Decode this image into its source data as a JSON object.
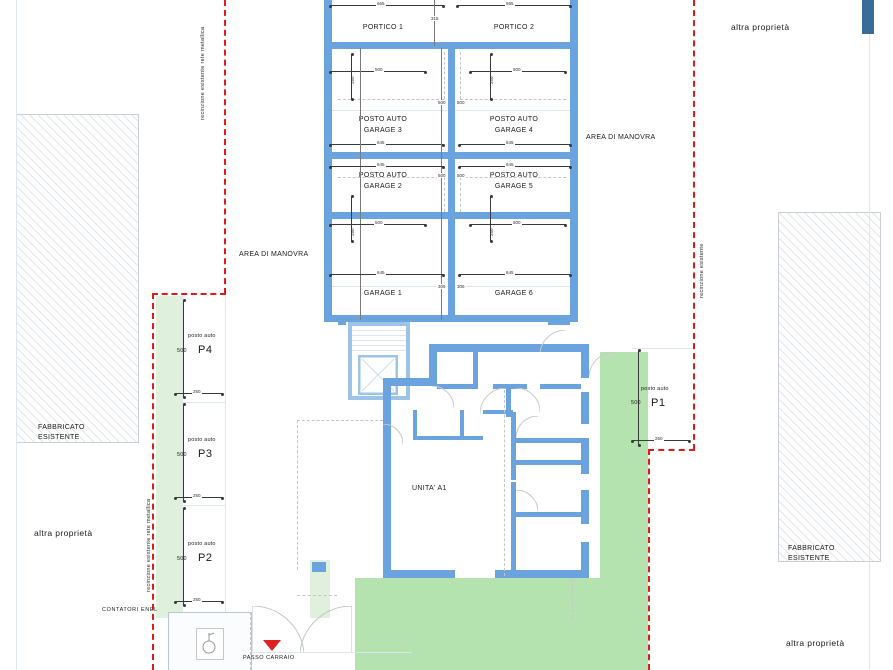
{
  "drawing": {
    "type": "site-plan",
    "units": "cm"
  },
  "labels": {
    "portico_1": "PORTICO 1",
    "portico_2": "PORTICO 2",
    "posto_auto_garage_3": "POSTO AUTO\nGARAGE 3",
    "posto_auto_garage_3_l1": "POSTO AUTO",
    "posto_auto_garage_3_l2": "GARAGE 3",
    "posto_auto_garage_4_l1": "POSTO AUTO",
    "posto_auto_garage_4_l2": "GARAGE 4",
    "posto_auto_garage_2_l1": "POSTO AUTO",
    "posto_auto_garage_2_l2": "GARAGE 2",
    "posto_auto_garage_5_l1": "POSTO AUTO",
    "posto_auto_garage_5_l2": "GARAGE 5",
    "garage_1": "GARAGE 1",
    "garage_6": "GARAGE 6",
    "area_di_manovra_right": "AREA DI MANOVRA",
    "area_di_manovra_left": "AREA DI MANOVRA",
    "unita_a1": "UNITA' A1",
    "fabbricato_esistente_left_l1": "FABBRICATO",
    "fabbricato_esistente_left_l2": "ESISTENTE",
    "fabbricato_esistente_right_l1": "FABBRICATO",
    "fabbricato_esistente_right_l2": "ESISTENTE",
    "altra_proprieta_topright": "altra proprietà",
    "altra_proprieta_left": "altra proprietà",
    "altra_proprieta_bottomright": "altra proprietà",
    "contatori_enel": "CONTATORI ENEL",
    "passo_carraio": "PASSO CARRAIO",
    "recinzione_rete_metallica_top": "recinzione esistente rete metallica",
    "recinzione_rete_metallica_bottom": "recinzione esistente rete metallica",
    "recinzione_esistente_right": "recinzione esistente"
  },
  "parking": {
    "p1": {
      "name": "posto auto",
      "code": "P1",
      "depth": "500",
      "width": "250"
    },
    "p2": {
      "name": "posto auto",
      "code": "P2",
      "depth": "500",
      "width": "250"
    },
    "p3": {
      "name": "posto auto",
      "code": "P3",
      "depth": "500",
      "width": "250"
    },
    "p4": {
      "name": "posto auto",
      "code": "P4",
      "depth": "500",
      "width": "250"
    }
  },
  "dimensions": {
    "portico_width": "665",
    "portico_gap": "315",
    "garage_width": "645",
    "car_length": "500",
    "car_width": "250",
    "garage_depth": "500",
    "pillar_gap": "305"
  },
  "colors": {
    "wall": "#6aa3dd",
    "boundary": "#e01b1b",
    "garden": "#b5e3b0",
    "hatch": "#d8dee4",
    "text": "#1a1a1a",
    "marker": "#3a6b99"
  }
}
